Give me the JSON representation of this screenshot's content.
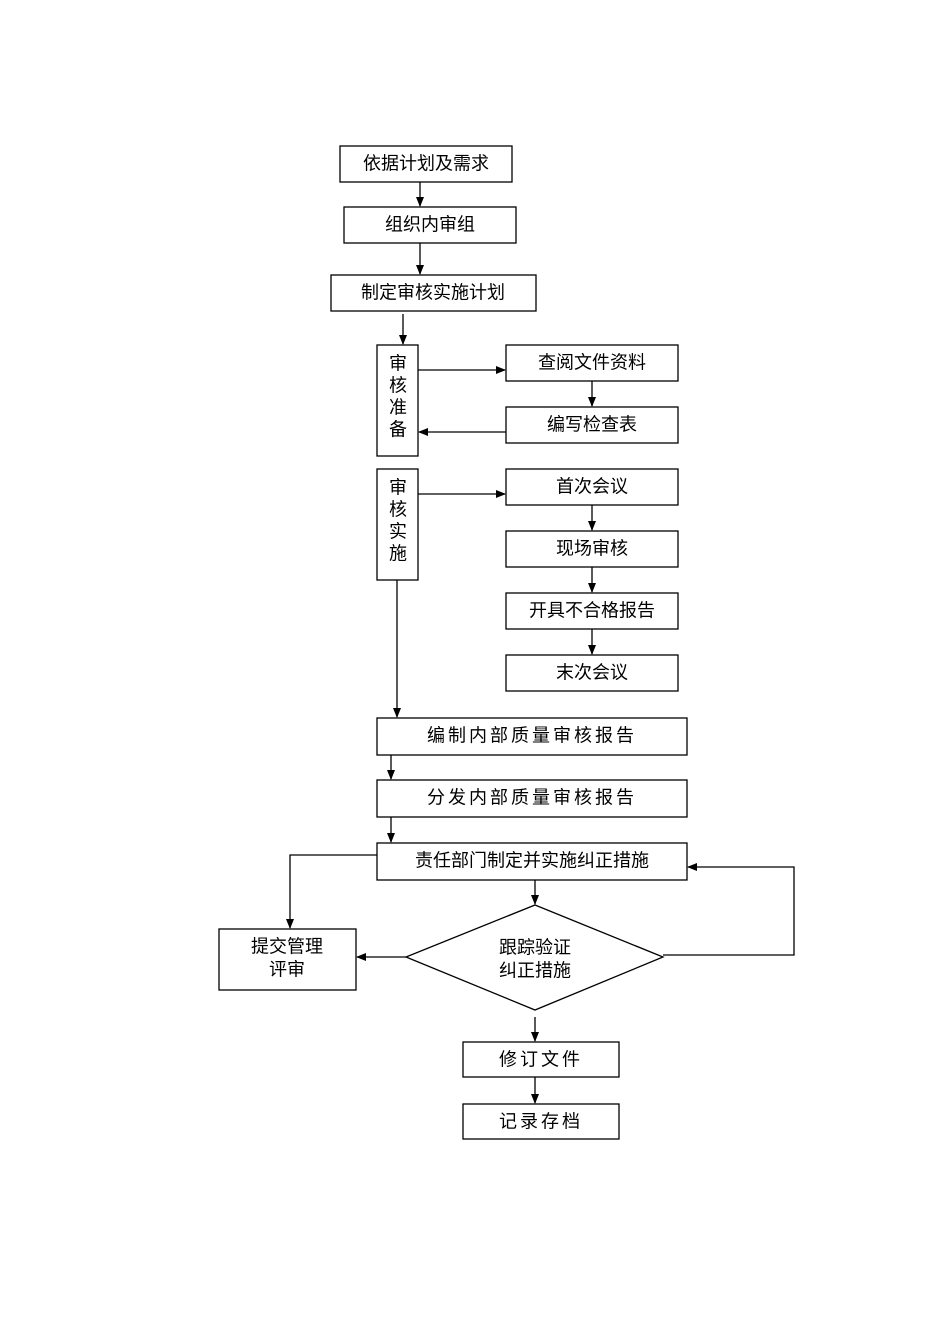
{
  "flowchart": {
    "steps": {
      "plan": "依据计划及需求",
      "team": "组织内审组",
      "audit_plan": "制定审核实施计划",
      "prep_label": [
        "审",
        "核",
        "准",
        "备"
      ],
      "review_docs": "查阅文件资料",
      "checklist": "编写检查表",
      "impl_label": [
        "审",
        "核",
        "实",
        "施"
      ],
      "opening_meeting": "首次会议",
      "onsite_audit": "现场审核",
      "nonconformity": "开具不合格报告",
      "closing_meeting": "末次会议",
      "compile_report": "编制内部质量审核报告",
      "distribute_report": "分发内部质量审核报告",
      "corrective_action": "责任部门制定并实施纠正措施",
      "verify": [
        "跟踪验证",
        "纠正措施"
      ],
      "management_review": [
        "提交管理",
        "评审"
      ],
      "revise_docs": "修订文件",
      "archive": "记录存档"
    }
  }
}
